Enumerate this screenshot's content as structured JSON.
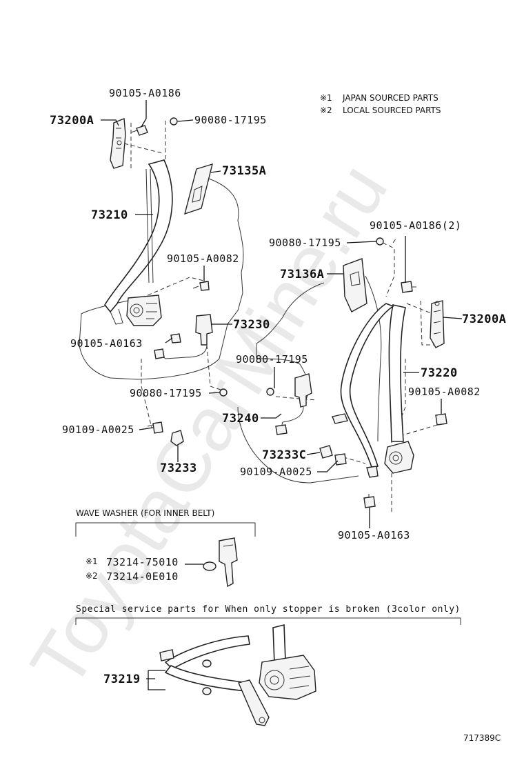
{
  "watermark": "ToyotaCarMine.ru",
  "notes": {
    "note1_mark": "※1",
    "note1_text": "JAPAN SOURCED PARTS",
    "note2_mark": "※2",
    "note2_text": "LOCAL SOURCED PARTS"
  },
  "labels": {
    "p90105_A0186_top": "90105-A0186",
    "p73200A_left": "73200A",
    "p90080_17195_top": "90080-17195",
    "p73135A": "73135A",
    "p73210": "73210",
    "p90105_A0082_left": "90105-A0082",
    "p73230": "73230",
    "p90105_A0163_left": "90105-A0163",
    "p90080_17195_left": "90080-17195",
    "p90109_A0025_left": "90109-A0025",
    "p73233": "73233",
    "p90105_A0186_2": "90105-A0186(2)",
    "p90080_17195_mid": "90080-17195",
    "p73136A": "73136A",
    "p73200A_right": "73200A",
    "p90080_17195_center": "90080-17195",
    "p73220": "73220",
    "p90105_A0082_right": "90105-A0082",
    "p73240": "73240",
    "p73233C": "73233C",
    "p90109_A0025_right": "90109-A0025",
    "p90105_A0163_right": "90105-A0163",
    "p73214_75010": "73214-75010",
    "p73214_0E010": "73214-0E010",
    "p73219": "73219"
  },
  "washer_box": {
    "title": "WAVE WASHER (FOR INNER BELT)",
    "mark1": "※1",
    "mark2": "※2"
  },
  "special_box": {
    "title": "Special  service  parts  for  When  only  stopper  is  broken  (3color  only)"
  },
  "figure_id": "717389C"
}
